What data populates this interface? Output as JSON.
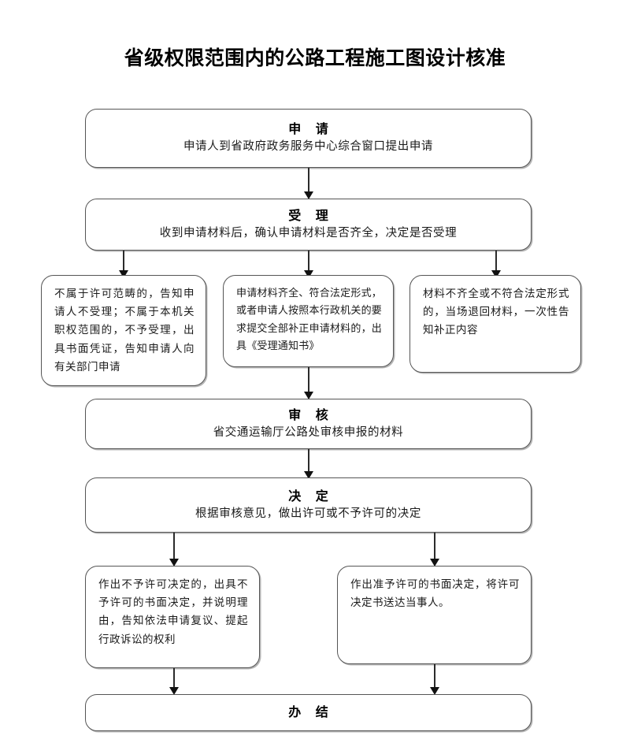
{
  "document": {
    "title": "省级权限范围内的公路工程施工图设计核准"
  },
  "flow": {
    "nodes": [
      {
        "id": "apply",
        "head": "申  请",
        "body": "申请人到省政府政务服务中心综合窗口提出申请"
      },
      {
        "id": "accept",
        "head": "受  理",
        "body": "收到申请材料后，确认申请材料是否齐全，决定是否受理"
      },
      {
        "id": "branch-left",
        "head": "",
        "body": "不属于许可范畴的，告知申请人不受理；不属于本机关职权范围的，不予受理，出具书面凭证，告知申请人向有关部门申请"
      },
      {
        "id": "branch-middle",
        "head": "",
        "body": "申请材料齐全、符合法定形式，或者申请人按照本行政机关的要求提交全部补正申请材料的，出具《受理通知书》"
      },
      {
        "id": "branch-right",
        "head": "",
        "body": "材料不齐全或不符合法定形式的，当场退回材料，一次性告知补正内容"
      },
      {
        "id": "review",
        "head": "审  核",
        "body": "省交通运输厅公路处审核申报的材料"
      },
      {
        "id": "decide",
        "head": "决  定",
        "body": "根据审核意见，做出许可或不予许可的决定"
      },
      {
        "id": "result-reject",
        "head": "",
        "body": "作出不予许可决定的，出具不予许可的书面决定，并说明理由，告知依法申请复议、提起行政诉讼的权利"
      },
      {
        "id": "result-approve",
        "head": "",
        "body": "作出准予许可的书面决定，将许可决定书送达当事人。"
      },
      {
        "id": "finish",
        "head": "办  结",
        "body": ""
      }
    ],
    "edges": [
      {
        "from": "apply",
        "to": "accept"
      },
      {
        "from": "accept",
        "to": "branch-left"
      },
      {
        "from": "accept",
        "to": "branch-middle"
      },
      {
        "from": "accept",
        "to": "branch-right"
      },
      {
        "from": "branch-middle",
        "to": "review"
      },
      {
        "from": "review",
        "to": "decide"
      },
      {
        "from": "decide",
        "to": "result-reject"
      },
      {
        "from": "decide",
        "to": "result-approve"
      },
      {
        "from": "result-reject",
        "to": "finish"
      },
      {
        "from": "result-approve",
        "to": "finish"
      }
    ]
  },
  "style": {
    "border_color": "#555555",
    "line_color": "#2b2b2b",
    "background": "#ffffff",
    "text_color": "#1a1a1a"
  }
}
